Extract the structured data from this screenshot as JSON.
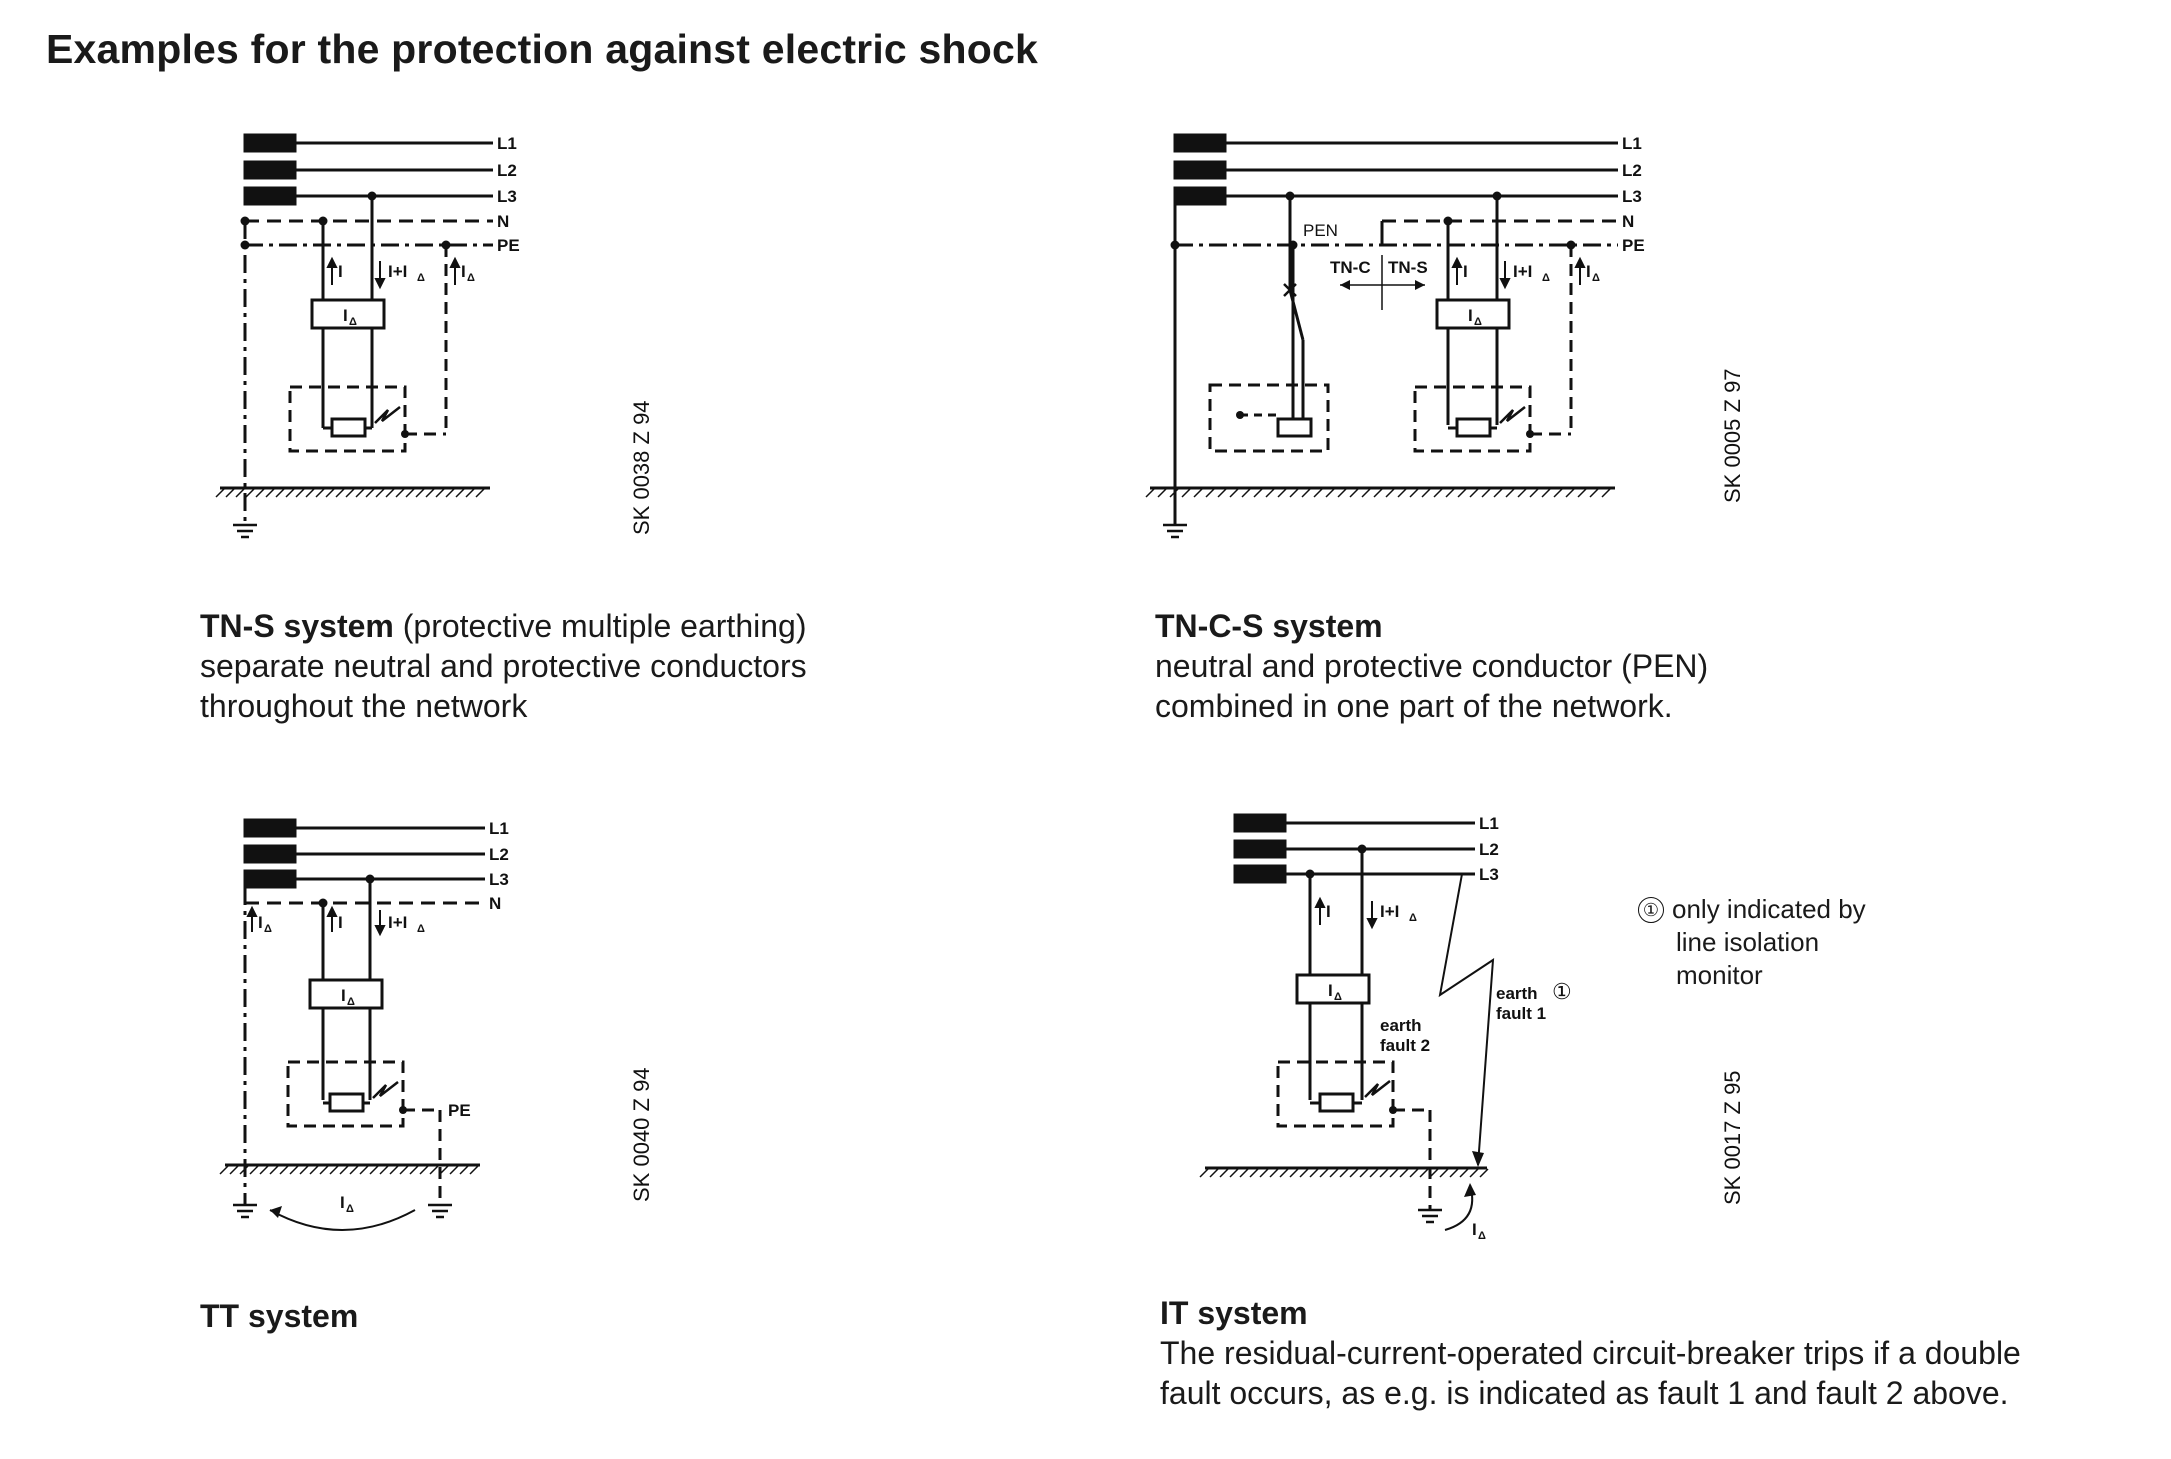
{
  "page": {
    "title": "Examples for the protection against electric shock"
  },
  "icons": {
    "earth": "earth-ground-icon",
    "rcd": "residual-current-device-icon",
    "load": "load-resistor-icon",
    "fault_arrow": "fault-lightning-icon"
  },
  "labels": {
    "l1": "L1",
    "l2": "L2",
    "l3": "L3",
    "n": "N",
    "pe": "PE",
    "pen": "PEN",
    "tnc": "TN-C",
    "tns": "TN-S",
    "i": "I",
    "i_plus": "I+I",
    "i_delta": "I",
    "delta": "Δ",
    "earth_fault_1_a": "earth",
    "earth_fault_1_b": "fault 1",
    "earth_fault_2_a": "earth",
    "earth_fault_2_b": "fault 2",
    "circle_one": "①"
  },
  "diagrams": {
    "tns": {
      "code": "SK 0038 Z 94",
      "caption": {
        "title": "TN-S system",
        "title_suffix": " (protective multiple earthing)",
        "lines": [
          "separate neutral and protective conductors",
          "throughout the network"
        ]
      }
    },
    "tncs": {
      "code": "SK 0005 Z 97",
      "caption": {
        "title": "TN-C-S system",
        "lines": [
          "neutral and protective conductor (PEN)",
          "combined in one part of the network."
        ]
      }
    },
    "tt": {
      "code": "SK 0040 Z 94",
      "caption": {
        "title": "TT system"
      }
    },
    "it": {
      "code": "SK 0017 Z 95",
      "note": {
        "marker": "①",
        "lines": [
          "only indicated by",
          "line isolation",
          "monitor"
        ]
      },
      "caption": {
        "title": "IT system",
        "lines": [
          "The residual-current-operated circuit-breaker trips if a double",
          "fault occurs, as e.g. is indicated as fault 1 and fault 2 above."
        ]
      }
    }
  }
}
